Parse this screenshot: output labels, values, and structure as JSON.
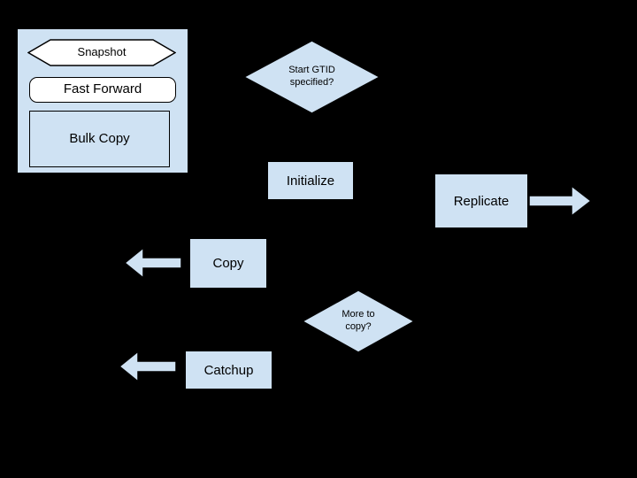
{
  "canvas": {
    "background": "#000000"
  },
  "colors": {
    "shape_fill": "#cfe2f3",
    "shape_border": "#000000",
    "inner_fill": "#ffffff"
  },
  "legend": {
    "snapshot_label": "Snapshot",
    "fast_forward_label": "Fast Forward",
    "bulk_copy_label": "Bulk Copy"
  },
  "nodes": {
    "start_gtid": {
      "line1": "Start GTID",
      "line2": "specified?"
    },
    "initialize": {
      "label": "Initialize"
    },
    "replicate": {
      "label": "Replicate"
    },
    "copy": {
      "label": "Copy"
    },
    "more_to_copy": {
      "line1": "More to",
      "line2": "copy?"
    },
    "catchup": {
      "label": "Catchup"
    }
  },
  "icons": {
    "replicate_arrow": "right-block-arrow",
    "copy_arrow": "left-block-arrow",
    "catchup_arrow": "left-block-arrow"
  }
}
